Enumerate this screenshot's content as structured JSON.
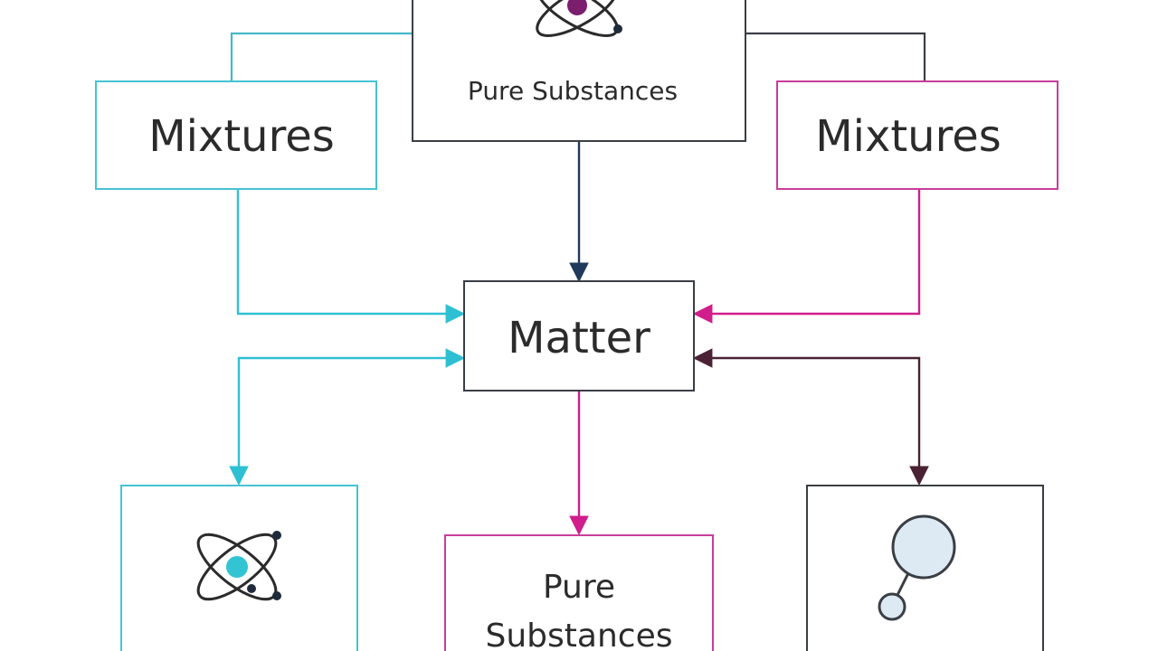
{
  "diagram": {
    "nodes": {
      "top": {
        "label": "Pure Substances",
        "icon": "atom-icon",
        "color": "#3a3f45"
      },
      "left": {
        "label": "Mixtures",
        "color": "#45c3d3"
      },
      "right": {
        "label": "Mixtures",
        "color": "#c83d9a"
      },
      "center": {
        "label": "Matter",
        "color": "#3a3f45"
      },
      "bottom_left": {
        "label": "",
        "icon": "atom-icon",
        "color": "#45c3d3"
      },
      "bottom_center": {
        "label_line1": "Pure",
        "label_line2": "Substances",
        "color": "#c83d9a"
      },
      "bottom_right": {
        "label": "",
        "icon": "molecule-icon",
        "color": "#3a3f45"
      }
    },
    "edge_colors": {
      "cyan": "#2ec0d2",
      "magenta": "#d01e8c",
      "navy": "#1f3a5a",
      "maroon": "#4a2233",
      "dark": "#3a3f45"
    }
  }
}
